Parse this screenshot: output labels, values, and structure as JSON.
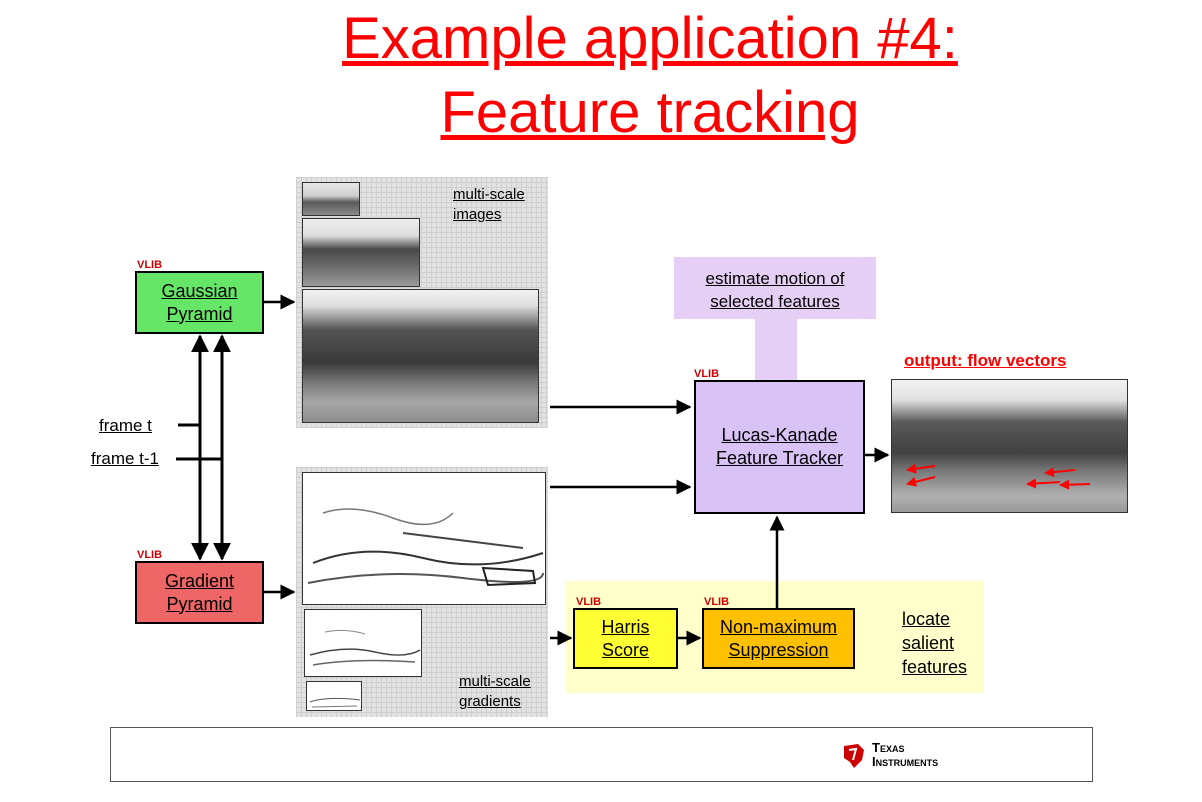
{
  "title": {
    "line1": "Example application #4:",
    "line2": "Feature tracking"
  },
  "vlib_tag": "VLIB",
  "blocks": {
    "gaussian": [
      "Gaussian",
      "Pyramid"
    ],
    "gradient": [
      "Gradient",
      "Pyramid"
    ],
    "lucas_kanade": [
      "Lucas-Kanade",
      "Feature Tracker"
    ],
    "harris": [
      "Harris",
      "Score"
    ],
    "nms": [
      "Non-maximum",
      "Suppression"
    ]
  },
  "labels": {
    "multi_scale_images": [
      "multi-scale",
      "images"
    ],
    "multi_scale_gradients": [
      "multi-scale",
      "gradients"
    ],
    "estimate_motion": [
      "estimate motion of",
      "selected features"
    ],
    "output": "output: flow vectors",
    "locate_salient": [
      "locate",
      "salient",
      "features"
    ],
    "frame_t": "frame t",
    "frame_t1": "frame t-1"
  },
  "logo": {
    "line1": "Texas",
    "line2": "Instruments"
  },
  "colors": {
    "title": "#ff0000",
    "gaussian": "#66e666",
    "gradient": "#ee6666",
    "lucas_kanade": "#d9c2f5",
    "harris": "#ffff33",
    "nms": "#ffc000",
    "highlight_yellow": "#ffffcc",
    "highlight_purple": "#e6cff5"
  }
}
